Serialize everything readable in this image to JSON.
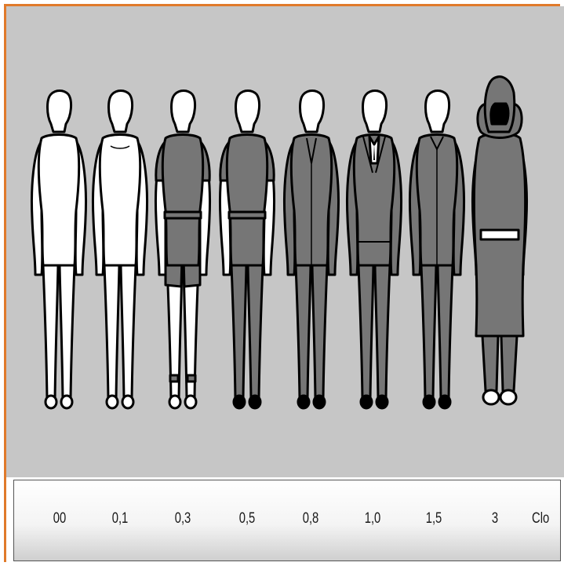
{
  "figures": [
    {
      "name": "nude",
      "clo": "00",
      "outfit": "nude"
    },
    {
      "name": "briefs",
      "clo": "0,1",
      "outfit": "briefs"
    },
    {
      "name": "shorts-shirt",
      "clo": "0,3",
      "outfit": "shorts"
    },
    {
      "name": "light-trousers",
      "clo": "0,5",
      "outfit": "trousers"
    },
    {
      "name": "work-overall",
      "clo": "0,8",
      "outfit": "overall"
    },
    {
      "name": "business-suit",
      "clo": "1,0",
      "outfit": "suit"
    },
    {
      "name": "heavy-suit",
      "clo": "1,5",
      "outfit": "heavysuit"
    },
    {
      "name": "polar-outfit",
      "clo": "3",
      "outfit": "polar"
    }
  ],
  "unit": "Clo",
  "colors": {
    "frame": "#e07a2a",
    "background": "#c6c6c6",
    "clothing": "#767676",
    "skin": "#ffffff",
    "outline": "#000000"
  }
}
